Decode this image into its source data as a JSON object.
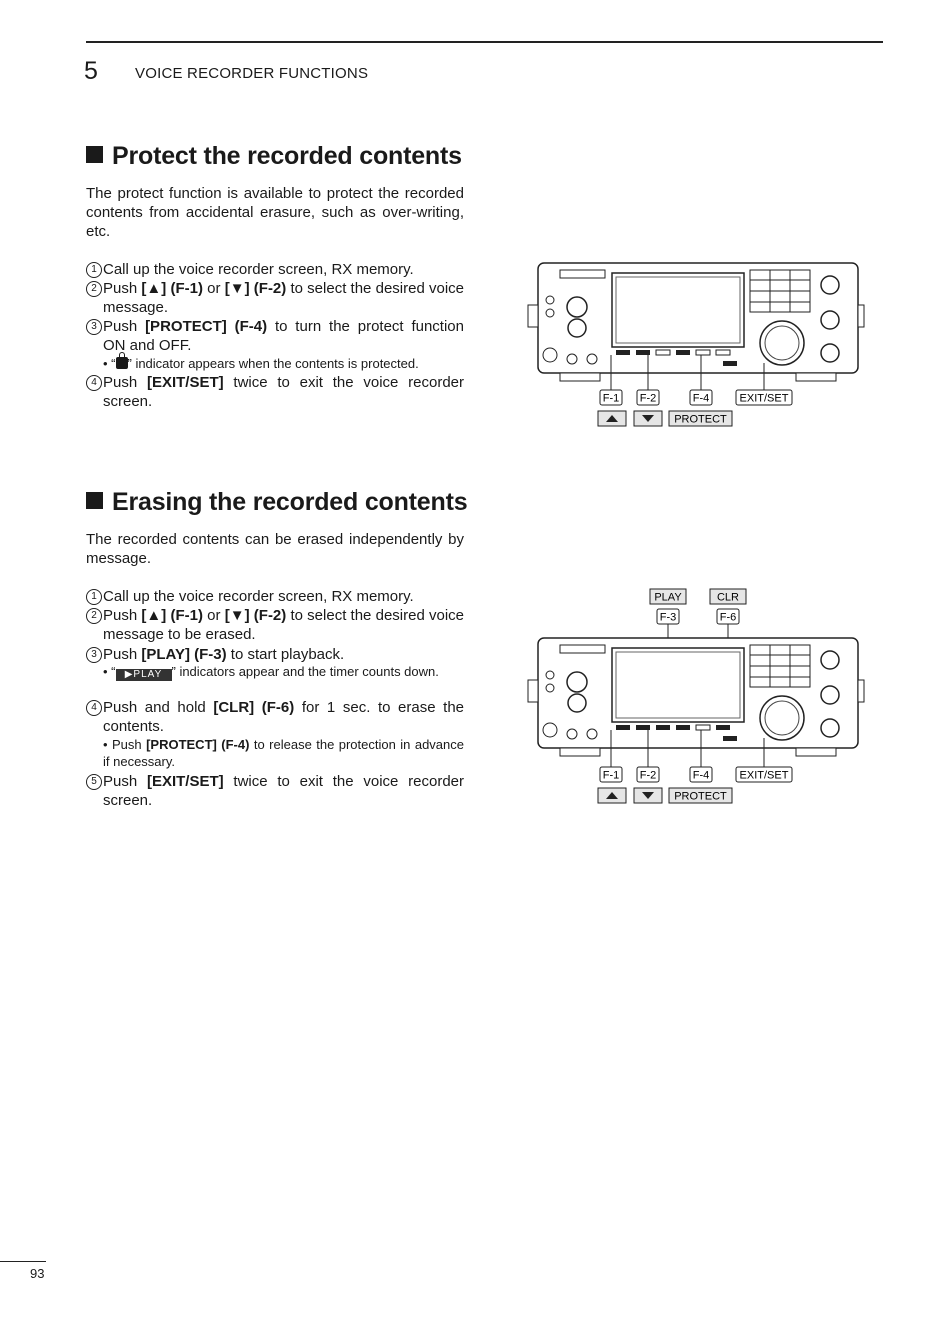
{
  "header": {
    "chapter_number": "5",
    "chapter_title": "VOICE RECORDER FUNCTIONS"
  },
  "section1": {
    "heading": "Protect the recorded contents",
    "intro": "The protect function is available to protect the recorded contents from accidental erasure, such as over-writing, etc.",
    "steps": [
      {
        "num": "1",
        "before": "Call up the voice recorder screen, RX memory."
      },
      {
        "num": "2",
        "before": "Push ",
        "b1": "[▲] (F-1)",
        "mid": " or ",
        "b2": "[▼] (F-2)",
        "after": " to select the desired voice message."
      },
      {
        "num": "3",
        "before": "Push ",
        "b1": "[PROTECT] (F-4)",
        "after": " to turn the protect function ON and OFF."
      },
      {
        "num": "4",
        "before": "Push ",
        "b1": "[EXIT/SET]",
        "after": " twice to exit the voice recorder screen."
      }
    ],
    "note": {
      "open": "• “",
      "close": "” indicator appears when the contents is protected."
    },
    "figure": {
      "callouts": {
        "f1": "F-1",
        "f2": "F-2",
        "f4": "F-4",
        "exit": "EXIT/SET",
        "protect": "PROTECT"
      }
    }
  },
  "section2": {
    "heading": "Erasing the recorded contents",
    "intro": "The recorded contents can be erased independently by message.",
    "steps": [
      {
        "num": "1",
        "before": "Call up the voice recorder screen, RX memory."
      },
      {
        "num": "2",
        "before": "Push ",
        "b1": "[▲] (F-1)",
        "mid": " or ",
        "b2": "[▼] (F-2)",
        "after": " to select the desired voice message to be erased."
      },
      {
        "num": "3",
        "before": "Push ",
        "b1": "[PLAY] (F-3)",
        "after": " to start playback."
      },
      {
        "num": "4",
        "before": "Push and hold ",
        "b1": "[CLR] (F-6)",
        "after": " for 1 sec. to erase the contents."
      },
      {
        "num": "5",
        "before": "Push ",
        "b1": "[EXIT/SET]",
        "after": " twice to exit the voice recorder screen."
      }
    ],
    "note1": {
      "open": "• “",
      "indicator": "▶PLAY",
      "close": "” indicators appear and the timer counts down."
    },
    "note2": {
      "before": "• Push ",
      "b1": "[PROTECT] (F-4)",
      "after": " to release the protection in advance if necessary."
    },
    "figure": {
      "top_callouts": {
        "play": "PLAY",
        "clr": "CLR",
        "f3": "F-3",
        "f6": "F-6"
      },
      "callouts": {
        "f1": "F-1",
        "f2": "F-2",
        "f4": "F-4",
        "exit": "EXIT/SET",
        "protect": "PROTECT"
      }
    }
  },
  "footer": {
    "page_number": "93"
  }
}
